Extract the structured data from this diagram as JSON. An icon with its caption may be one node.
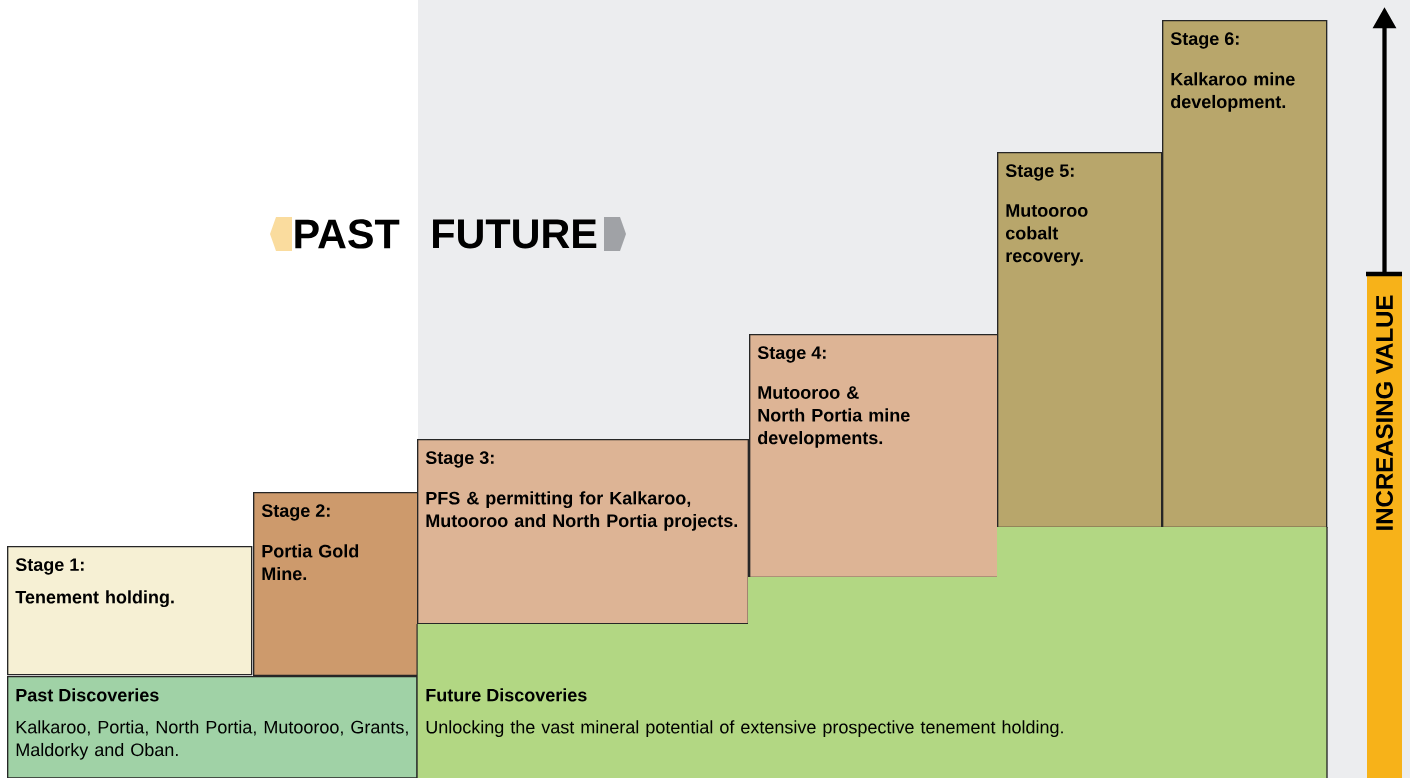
{
  "diagram": {
    "nodes": [
      {
        "text": [
          "Stage 1:",
          "Tenement holding."
        ]
      },
      {
        "text": [
          "Stage 2:",
          "Portia Gold Mine."
        ]
      },
      {
        "text": [
          "Stage 3:",
          "PFS & permitting for Kalkaroo, Mutooroo and North Portia projects."
        ]
      },
      {
        "text": [
          "Stage 4:",
          "Mutooroo & North Portia mine developments."
        ]
      },
      {
        "text": [
          "Stage 5:",
          "Mutooroo cobalt recovery."
        ]
      },
      {
        "text": [
          "Stage 6:",
          "Kalkaroo mine development."
        ]
      },
      {
        "text": [
          "Past Discoveries",
          "Kalkaroo, Portia, North Portia, Mutooroo, Grants, Maldorky and Oban."
        ]
      },
      {
        "text": [
          "Future Discoveries",
          "Unlocking the vast mineral potential of extensive prospective tenement holding."
        ]
      }
    ],
    "edges": [],
    "labels": [
      "PAST",
      "FUTURE",
      "INCREASING VALUE"
    ]
  }
}
